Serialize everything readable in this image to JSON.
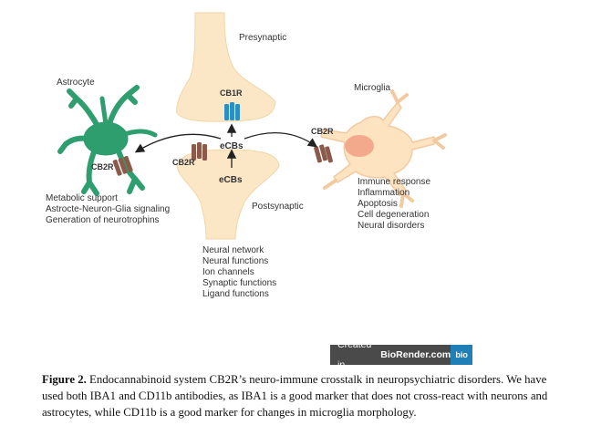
{
  "labels": {
    "presynaptic": "Presynaptic",
    "postsynaptic": "Postsynaptic",
    "astrocyte": "Astrocyte",
    "microglia": "Microglia",
    "cb1r": "CB1R",
    "cb2r_astro": "CB2R",
    "cb2r_post": "CB2R",
    "cb2r_micro": "CB2R",
    "ecbs_upper": "eCBs",
    "ecbs_lower": "eCBs"
  },
  "astrocyte_functions": [
    "Metabolic support",
    "Astrocte-Neuron-Glia signaling",
    "Generation of neurotrophins"
  ],
  "microglia_functions": [
    "Immune response",
    "Inflammation",
    "Apoptosis",
    "Cell degeneration",
    "Neural disorders"
  ],
  "neuron_functions": [
    "Neural network",
    "Neural functions",
    "Ion channels",
    "Synaptic functions",
    "Ligand functions"
  ],
  "badge": {
    "prefix": "Created in",
    "brand": "BioRender.com",
    "logo": "bio"
  },
  "caption": {
    "label": "Figure 2.",
    "text": "Endocannabinoid system CB2R’s neuro-immune crosstalk in neuropsychiatric disorders. We have used both IBA1 and CD11b antibodies, as IBA1 is a good marker that does not cross-react with neurons and astrocytes, while CD11b is a good marker for changes in microglia morphology."
  },
  "colors": {
    "neuron": "#fbe7c6",
    "astrocyte": "#2e9e6e",
    "microglia": "#fde3c0",
    "nucleus": "#f3a98c",
    "cb1r": "#2b8fc6",
    "cb2r": "#8b5a4a"
  }
}
